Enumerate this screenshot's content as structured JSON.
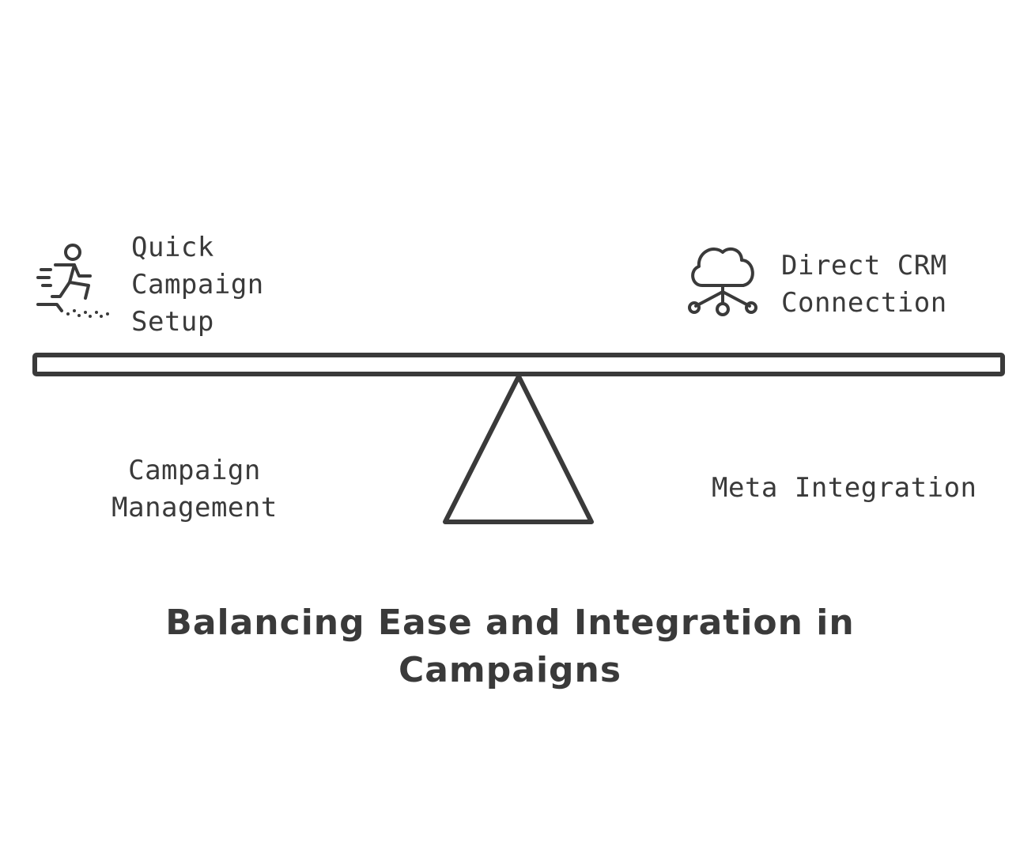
{
  "diagram": {
    "title_line1": "Balancing Ease and Integration in",
    "title_line2": "Campaigns",
    "left_top": {
      "icon": "running-person-icon",
      "lines": [
        "Quick",
        "Campaign",
        "Setup"
      ]
    },
    "right_top": {
      "icon": "cloud-network-icon",
      "lines": [
        "Direct CRM",
        "Connection"
      ]
    },
    "left_bottom": {
      "lines": [
        "Campaign",
        "Management"
      ]
    },
    "right_bottom": {
      "lines": [
        "Meta Integration"
      ]
    },
    "stroke_color": "#3a3a3a"
  }
}
